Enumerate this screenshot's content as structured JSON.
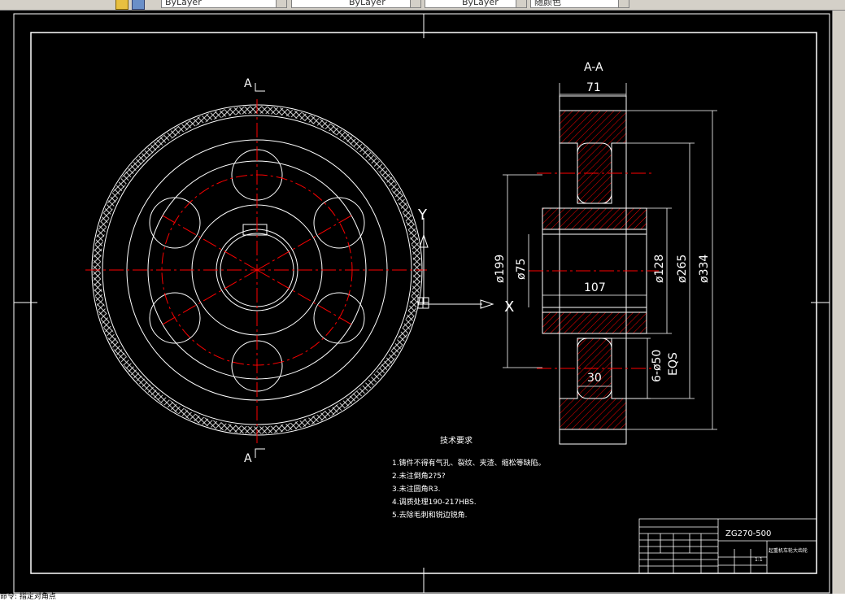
{
  "toolbar": {
    "layer_value": "ByLayer",
    "linetype_value": "ByLayer",
    "lineweight_value": "ByLayer",
    "plotstyle_value": "随颜色"
  },
  "drawing": {
    "section_label_top": "A",
    "section_label_bottom": "A",
    "section_view_title": "A-A",
    "ucs_y": "Y",
    "ucs_x": "X",
    "dims": {
      "width_71": "71",
      "d199": "ø199",
      "d75": "ø75",
      "d128": "ø128",
      "d265": "ø265",
      "d334": "ø334",
      "len107": "107",
      "w30": "30",
      "holes": "6-ø50",
      "eqs": "EQS"
    },
    "notes": {
      "title": "技术要求",
      "items": [
        "1.铸件不得有气孔、裂纹、夹渣、缩松等缺陷。",
        "2.未注倒角2?5?",
        "3.未注圆角R3.",
        "4.调质处理190-217HBS.",
        "5.去除毛刺和锐边锐角."
      ]
    },
    "title_block": {
      "material": "ZG270-500",
      "name": "起重机车轮大齿轮",
      "scale": "1:1"
    }
  },
  "status": {
    "command_text": "命令: 指定对角点"
  },
  "colors": {
    "background": "#000000",
    "line": "#ffffff",
    "centerline": "#ff0000",
    "hatch": "#ff0000",
    "toolbar": "#d4d0c8"
  }
}
